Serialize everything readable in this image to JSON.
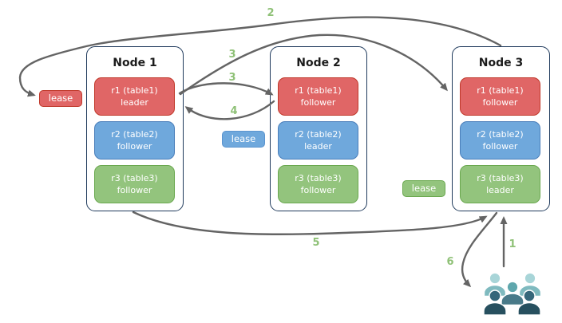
{
  "nodes": [
    {
      "title": "Node 1",
      "replicas": [
        {
          "name": "r1 (table1)",
          "role": "leader"
        },
        {
          "name": "r2 (table2)",
          "role": "follower"
        },
        {
          "name": "r3 (table3)",
          "role": "follower"
        }
      ]
    },
    {
      "title": "Node 2",
      "replicas": [
        {
          "name": "r1 (table1)",
          "role": "follower"
        },
        {
          "name": "r2 (table2)",
          "role": "leader"
        },
        {
          "name": "r3 (table3)",
          "role": "follower"
        }
      ]
    },
    {
      "title": "Node 3",
      "replicas": [
        {
          "name": "r1 (table1)",
          "role": "follower"
        },
        {
          "name": "r2 (table2)",
          "role": "follower"
        },
        {
          "name": "r3 (table3)",
          "role": "leader"
        }
      ]
    }
  ],
  "leases": [
    {
      "label": "lease",
      "color": "#e06666",
      "near": "Node 1 r1"
    },
    {
      "label": "lease",
      "color": "#6fa8dc",
      "near": "Node 2 r2"
    },
    {
      "label": "lease",
      "color": "#93c47d",
      "near": "Node 3 r3"
    }
  ],
  "steps": {
    "s1": "1",
    "s2": "2",
    "s3a": "3",
    "s3b": "3",
    "s4": "4",
    "s5": "5",
    "s6": "6"
  },
  "colors": {
    "replica_red": "#e06666",
    "replica_red_border": "#c0392b",
    "replica_blue": "#6fa8dc",
    "replica_blue_border": "#4a7eba",
    "replica_green": "#93c47d",
    "replica_green_border": "#6aa84f",
    "node_border": "#1f3a5c",
    "arrow": "#646464",
    "step_text": "#8fc177",
    "users_back_head": "#a8d5d8",
    "users_back_body": "#7fbabf",
    "users_mid_head": "#5fa7ad",
    "users_mid_body": "#497a89",
    "users_front_head": "#35677a",
    "users_front_body": "#27505f"
  }
}
